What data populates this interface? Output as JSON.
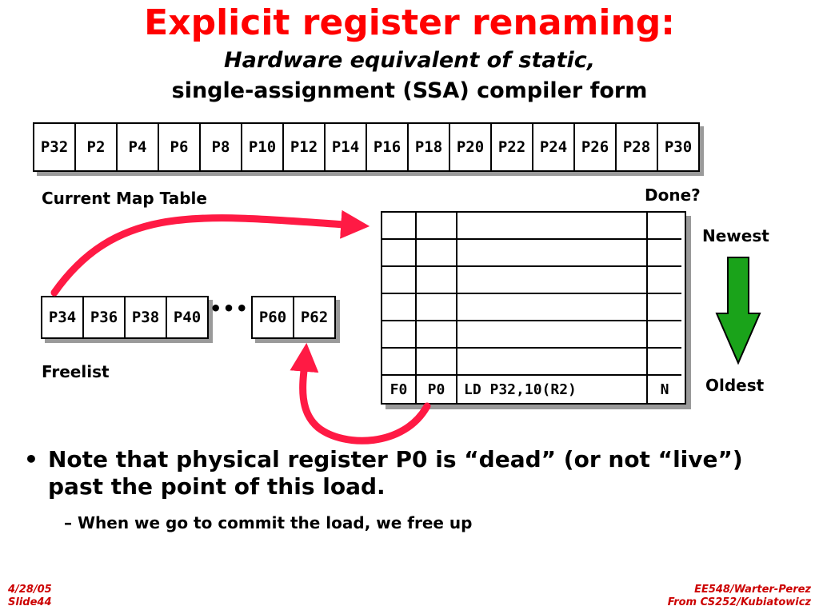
{
  "title": "Explicit register renaming:",
  "subtitle_line1": "Hardware equivalent of static,",
  "subtitle_line2": "single-assignment (SSA) compiler form",
  "map_table": {
    "label": "Current Map Table",
    "entries": [
      "P32",
      "P2",
      "P4",
      "P6",
      "P8",
      "P10",
      "P12",
      "P14",
      "P16",
      "P18",
      "P20",
      "P22",
      "P24",
      "P26",
      "P28",
      "P30"
    ]
  },
  "freelist": {
    "label": "Freelist",
    "entries_left": [
      "P34",
      "P36",
      "P38",
      "P40"
    ],
    "ellipsis": "•••",
    "entries_right": [
      "P60",
      "P62"
    ]
  },
  "rob": {
    "done_label": "Done?",
    "newest_label": "Newest",
    "oldest_label": "Oldest",
    "row": {
      "arch": "F0",
      "phys": "P0",
      "instr": "LD P32,10(R2)",
      "done": "N"
    }
  },
  "bullet": {
    "symbol": "•",
    "main": "Note that physical register P0 is “dead” (or not “live”) past the point of this load.",
    "sub": "– When we go to commit the load, we free up"
  },
  "footer": {
    "left1": "4/28/05",
    "left2": "Slide44",
    "right1": "EE548/Warter-Perez",
    "right2": "From CS252/Kubiatowicz"
  },
  "colors": {
    "title": "#ff0000",
    "arrow_red": "#ff1a44",
    "arrow_green": "#1aa31a",
    "footer": "#cc0000"
  },
  "icons": [
    "down-arrow-icon"
  ]
}
